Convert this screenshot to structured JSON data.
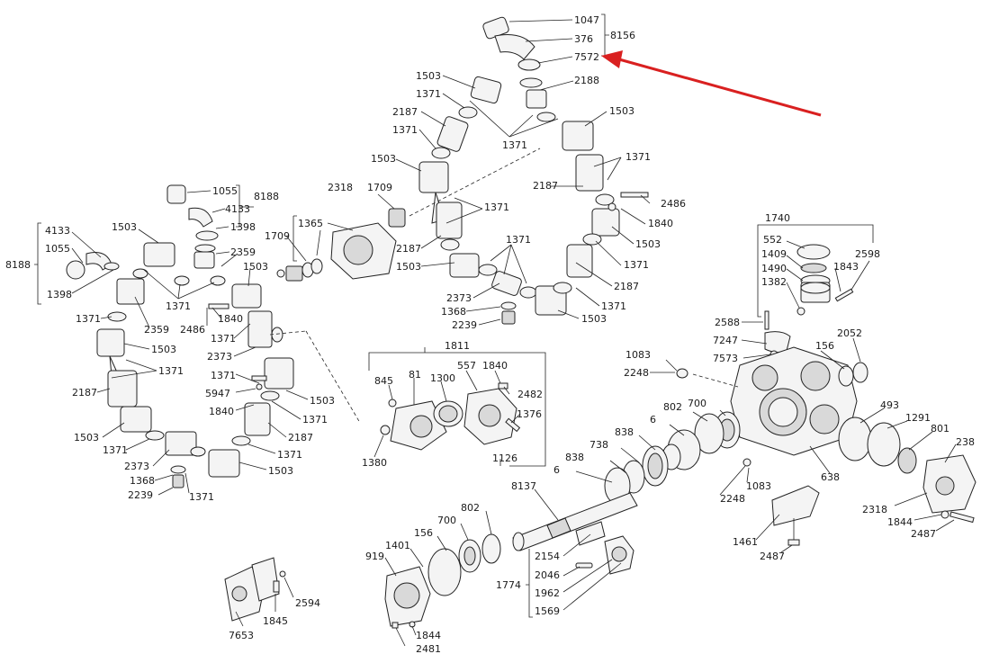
{
  "arrow_color": "#d92020",
  "labels": {
    "l1047": "1047",
    "l376": "376",
    "l7572": "7572",
    "l8156": "8156",
    "l2188t": "2188",
    "l1503a": "1503",
    "l1371a": "1371",
    "l2187a": "2187",
    "l1371b": "1371",
    "l1371c": "1371",
    "l1503b": "1503",
    "l1503c": "1503",
    "l1371d": "1371",
    "l2187b": "2187",
    "l1709a": "1709",
    "l2318a": "2318",
    "l1371e": "1371",
    "l2486a": "2486",
    "l1840a": "1840",
    "l1503d": "1503",
    "l2187c": "2187",
    "l1371f": "1371",
    "l1503e": "1503",
    "l1371g": "1371",
    "l2187d": "2187",
    "l2373a": "2373",
    "l1368a": "1368",
    "l2239a": "2239",
    "l1371h": "1371",
    "l1503f": "1503",
    "l1055a": "1055",
    "l4133a": "4133",
    "l1398a": "1398",
    "l8188a": "8188",
    "l2359a": "2359",
    "l1503g": "1503",
    "l1371i": "1371",
    "l2486b": "2486",
    "l1840b": "1840",
    "l1709b": "1709",
    "l1365": "1365",
    "l4133b": "4133",
    "l1055b": "1055",
    "l1398b": "1398",
    "l8188b": "8188",
    "l1503h": "1503",
    "l1371j": "1371",
    "l2359b": "2359",
    "l1503i": "1503",
    "l1371k": "1371",
    "l2187e": "2187",
    "l2373b": "2373",
    "l1371l": "1371",
    "l5947": "5947",
    "l1840c": "1840",
    "l1503j": "1503",
    "l1371m": "1371",
    "l2187f": "2187",
    "l1503k": "1503",
    "l1371n": "1371",
    "l2373c": "2373",
    "l1368b": "1368",
    "l2239b": "2239",
    "l1371o": "1371",
    "l1371p": "1371",
    "l1503l": "1503",
    "l1811": "1811",
    "l845": "845",
    "l81": "81",
    "l1300": "1300",
    "l557": "557",
    "l1840d": "1840",
    "l2482": "2482",
    "l1376": "1376",
    "l1126": "1126",
    "l1380": "1380",
    "l1740": "1740",
    "l552": "552",
    "l1409": "1409",
    "l1490": "1490",
    "l1843": "1843",
    "l2598": "2598",
    "l1382": "1382",
    "l2588": "2588",
    "l7247": "7247",
    "l7573": "7573",
    "l1083a": "1083",
    "l2248a": "2248",
    "l156a": "156",
    "l2052": "2052",
    "l700a": "700",
    "l802a": "802",
    "l6a": "6",
    "l838a": "838",
    "l738": "738",
    "l838b": "838",
    "l6b": "6",
    "l8137": "8137",
    "l493": "493",
    "l1291": "1291",
    "l801": "801",
    "l238": "238",
    "l638": "638",
    "l2248b": "2248",
    "l1083b": "1083",
    "l2318b": "2318",
    "l1844a": "1844",
    "l2487a": "2487",
    "l1461": "1461",
    "l2487b": "2487",
    "l700b": "700",
    "l802b": "802",
    "l156b": "156",
    "l1401": "1401",
    "l919": "919",
    "l2154": "2154",
    "l2046": "2046",
    "l1962": "1962",
    "l1569": "1569",
    "l1774": "1774",
    "l1844b": "1844",
    "l2481": "2481",
    "l2594": "2594",
    "l1845": "1845",
    "l7653": "7653"
  }
}
